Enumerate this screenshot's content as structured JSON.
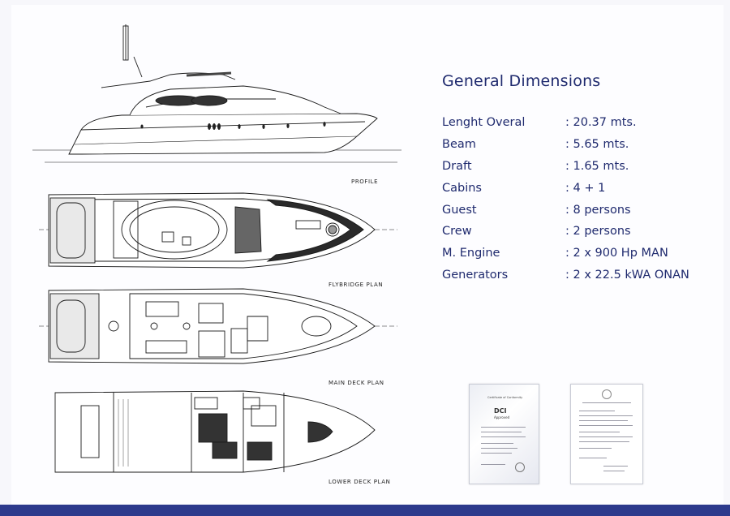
{
  "heading": "General Dimensions",
  "specs": [
    {
      "label": "Lenght Overal",
      "value": ": 20.37 mts."
    },
    {
      "label": "Beam",
      "value": ": 5.65 mts."
    },
    {
      "label": "Draft",
      "value": ": 1.65 mts."
    },
    {
      "label": "Cabins",
      "value": ": 4 + 1"
    },
    {
      "label": "Guest",
      "value": ": 8 persons"
    },
    {
      "label": "Crew",
      "value": ": 2 persons"
    },
    {
      "label": "M. Engine",
      "value": ": 2 x 900 Hp MAN"
    },
    {
      "label": "Generators",
      "value": ": 2 x 22.5 kWA ONAN"
    }
  ],
  "plans": {
    "profile": "PROFILE",
    "flybridge": "FLYBRIDGE PLAN",
    "main_deck": "MAIN DECK PLAN",
    "lower_deck": "LOWER DECK PLAN"
  },
  "certificates": {
    "left": {
      "title": "Certificate of Conformity",
      "logo": "DCI",
      "sub": "Approved"
    }
  },
  "colors": {
    "text": "#1f2a6e",
    "band": "#2d3a8c"
  }
}
